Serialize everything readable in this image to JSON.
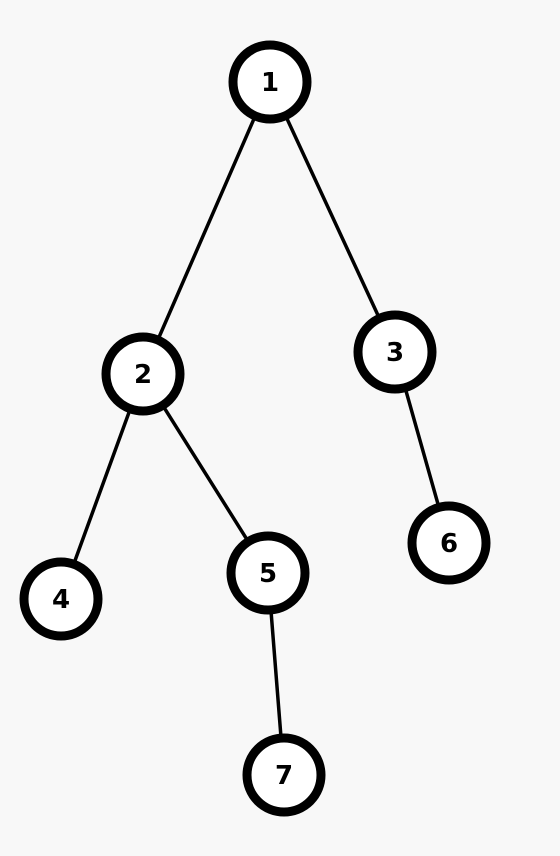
{
  "diagram": {
    "type": "binary-tree",
    "nodes": [
      {
        "id": "1",
        "label": "1"
      },
      {
        "id": "2",
        "label": "2"
      },
      {
        "id": "3",
        "label": "3"
      },
      {
        "id": "4",
        "label": "4"
      },
      {
        "id": "5",
        "label": "5"
      },
      {
        "id": "6",
        "label": "6"
      },
      {
        "id": "7",
        "label": "7"
      }
    ],
    "edges": [
      {
        "from": "1",
        "to": "2"
      },
      {
        "from": "1",
        "to": "3"
      },
      {
        "from": "2",
        "to": "4"
      },
      {
        "from": "2",
        "to": "5"
      },
      {
        "from": "3",
        "to": "6"
      },
      {
        "from": "5",
        "to": "7"
      }
    ],
    "colors": {
      "background": "#f8f8f8",
      "node_fill": "#ffffff",
      "stroke": "#000000",
      "text": "#000000"
    }
  }
}
